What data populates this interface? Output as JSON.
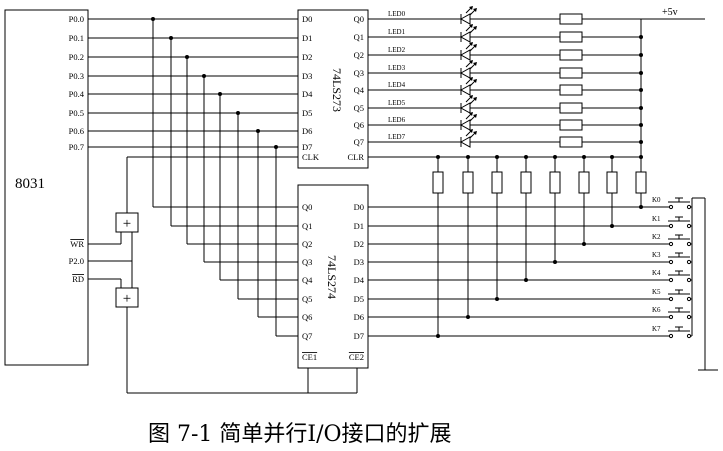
{
  "colors": {
    "ink": "#000000",
    "paper": "#ffffff"
  },
  "chip_8031": {
    "label": "8031",
    "port_pins": [
      "P0.0",
      "P0.1",
      "P0.2",
      "P0.3",
      "P0.4",
      "P0.5",
      "P0.6",
      "P0.7"
    ],
    "control_pins": [
      "WR",
      "P2.0",
      "RD"
    ]
  },
  "latch": {
    "label": "74LS273",
    "inputs": [
      "D0",
      "D1",
      "D2",
      "D3",
      "D4",
      "D5",
      "D6",
      "D7"
    ],
    "clock": "CLK",
    "outputs": [
      "Q0",
      "Q1",
      "Q2",
      "Q3",
      "Q4",
      "Q5",
      "Q6",
      "Q7"
    ],
    "clear": "CLR"
  },
  "buffer": {
    "label": "74LS274",
    "left_pins": [
      "Q0",
      "Q1",
      "Q2",
      "Q3",
      "Q4",
      "Q5",
      "Q6",
      "Q7"
    ],
    "enable_1": "CE1",
    "right_pins": [
      "D0",
      "D1",
      "D2",
      "D3",
      "D4",
      "D5",
      "D6",
      "D7"
    ],
    "enable_2": "CE2"
  },
  "gates": {
    "write_gate": "+",
    "read_gate": "+"
  },
  "leds": [
    "LED0",
    "LED1",
    "LED2",
    "LED3",
    "LED4",
    "LED5",
    "LED6",
    "LED7"
  ],
  "supply": "+5v",
  "switches": [
    "K0",
    "K1",
    "K2",
    "K3",
    "K4",
    "K5",
    "K6",
    "K7"
  ],
  "caption": "图 7-1 简单并行I/O接口的扩展"
}
